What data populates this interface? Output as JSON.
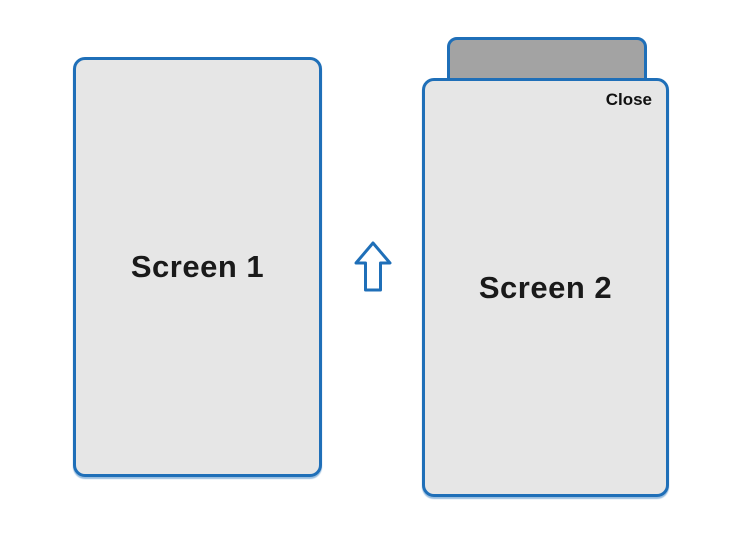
{
  "diagram": {
    "title": "screen-transition-diagram",
    "screen1": {
      "label": "Screen 1"
    },
    "screen2": {
      "label": "Screen 2",
      "close_label": "Close"
    },
    "arrow": {
      "icon": "up-arrow-icon",
      "direction": "up"
    },
    "colors": {
      "border_blue": "#1f6fb8",
      "screen_fill": "#e6e6e6",
      "back_card_fill": "#a3a3a3",
      "label_text": "#1a1a1a",
      "background": "#ffffff"
    }
  }
}
